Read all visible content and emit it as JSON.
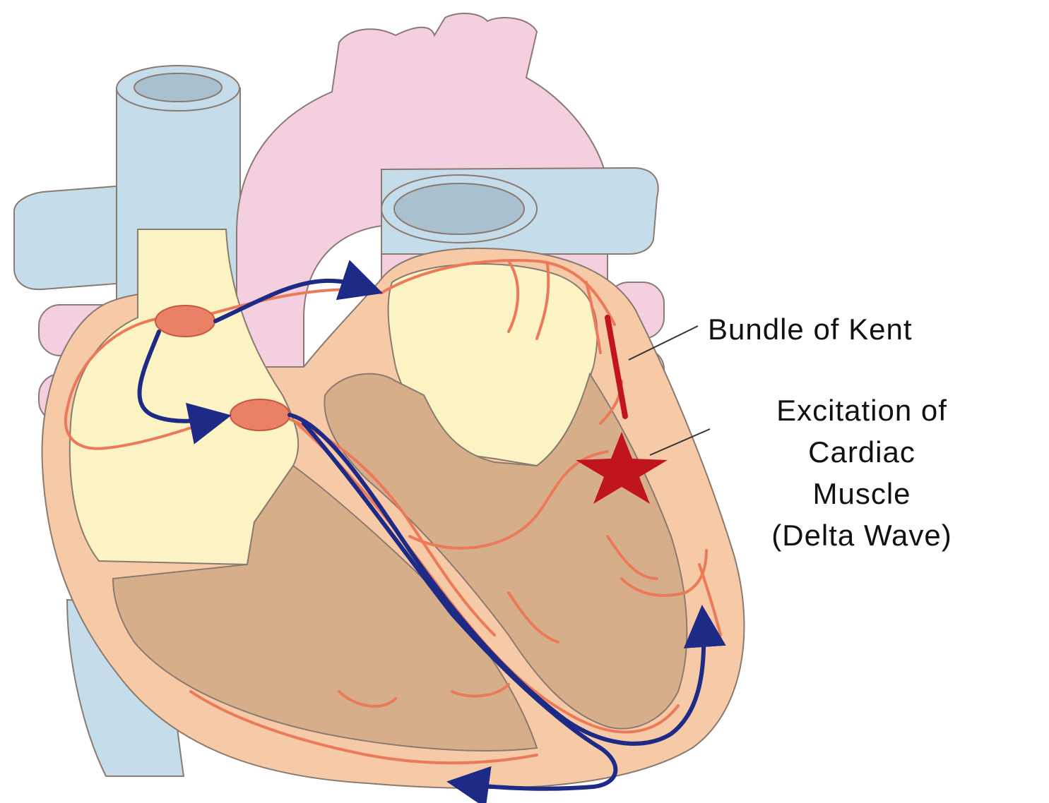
{
  "labels": {
    "bundle_of_kent": "Bundle of Kent",
    "excitation_line1": "Excitation of",
    "excitation_line2": "Cardiac",
    "excitation_line3": "Muscle",
    "excitation_line4": "(Delta Wave)"
  },
  "colors": {
    "vein_blue": "#c5dcea",
    "aorta_pink": "#f3cfe0",
    "muscle_outer": "#f6c9a7",
    "atrium_yellow": "#fbf3c4",
    "ventricle_tan": "#d6ae8a",
    "conduction_orange": "#ec7a58",
    "conduction_path_navy": "#1d2a86",
    "node_fill": "#ea8065",
    "kent_bundle_red": "#c0151c",
    "star_red": "#c0151c",
    "outline": "#8a7a70"
  }
}
